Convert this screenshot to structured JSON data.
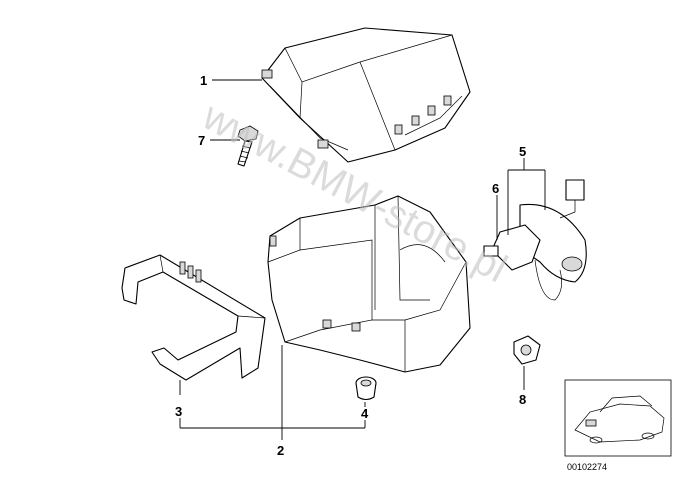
{
  "diagram": {
    "callouts": {
      "c1": "1",
      "c2": "2",
      "c3": "3",
      "c4": "4",
      "c5": "5",
      "c6": "6",
      "c7": "7",
      "c8": "8"
    },
    "watermark": "www.BMW-store.pl",
    "reference_code": "00102274"
  }
}
